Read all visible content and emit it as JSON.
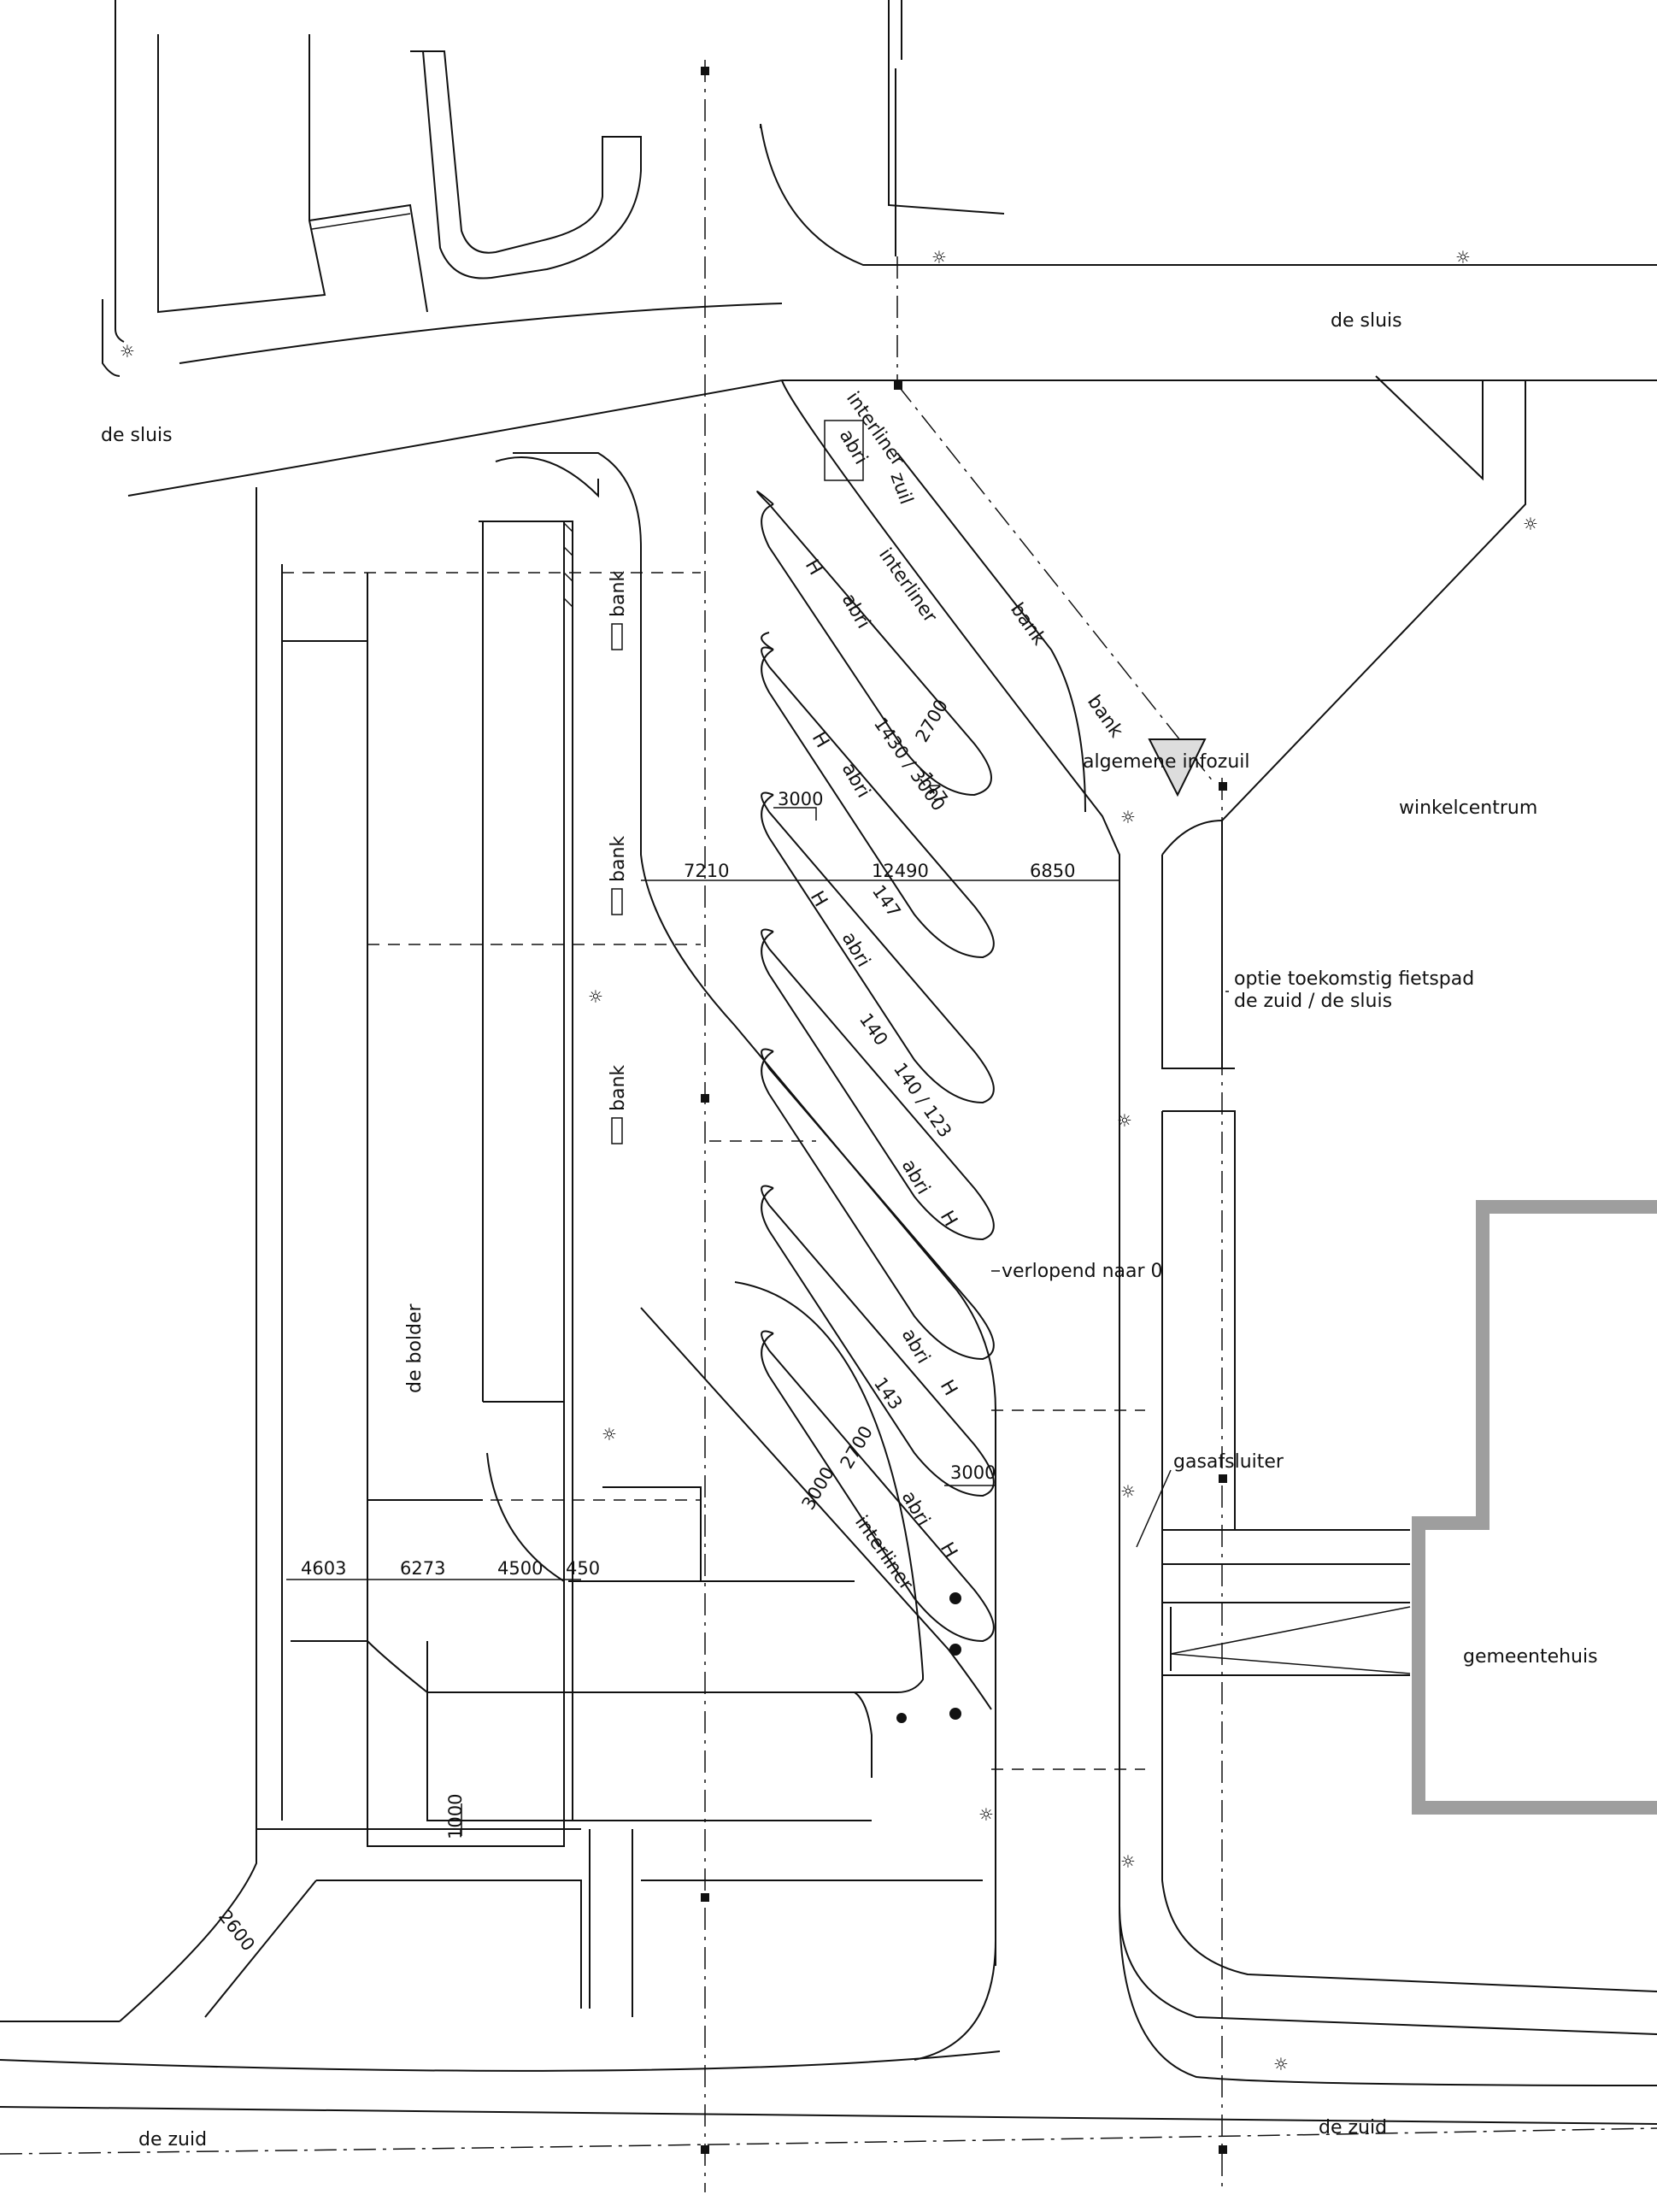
{
  "streets": {
    "de_sluis_left": "de sluis",
    "de_sluis_right": "de sluis",
    "de_zuid_left": "de zuid",
    "de_zuid_right": "de zuid"
  },
  "buildings": {
    "winkelcentrum": "winkelcentrum",
    "gemeentehuis": "gemeentehuis",
    "de_bolder": "de bolder"
  },
  "notes": {
    "algemene_infozuil": "algemene infozuil",
    "fietspad_line1": "optie toekomstig fietspad",
    "fietspad_line2": "de zuid / de sluis",
    "verlopend": "verlopend naar 0",
    "gasafsluiter": "gasafsluiter"
  },
  "platforms": {
    "p1": {
      "interliner": "interliner",
      "abri": "abri",
      "zuil": "zuil"
    },
    "p2": {
      "interliner": "interliner",
      "abri": "abri",
      "h": "H",
      "route": "1430 / 3000",
      "route_b": "147",
      "dim": "2700"
    },
    "p3": {
      "abri": "abri",
      "h": "H",
      "route": "147"
    },
    "p4": {
      "abri": "abri",
      "h": "H",
      "route": "140",
      "route_b": "140 / 123"
    },
    "p5": {
      "abri": "abri",
      "h": "H"
    },
    "p6": {
      "abri": "abri",
      "h": "H",
      "route": "143"
    },
    "p7": {
      "abri": "abri",
      "h": "H",
      "interliner": "interliner",
      "dim_a": "3000",
      "dim_b": "2700"
    }
  },
  "furniture": {
    "bank_1": "bank",
    "bank_2": "bank",
    "bank_3": "bank",
    "bank_4": "bank",
    "bank_5": "bank"
  },
  "dimensions": {
    "d3000_top": "3000",
    "d7210": "7210",
    "d12490": "12490",
    "d6850": "6850",
    "d3000_bottom": "3000",
    "d4603": "4603",
    "d6273": "6273",
    "d4500": "4500",
    "d450": "450",
    "d1000": "1000",
    "d2600": "2600"
  }
}
